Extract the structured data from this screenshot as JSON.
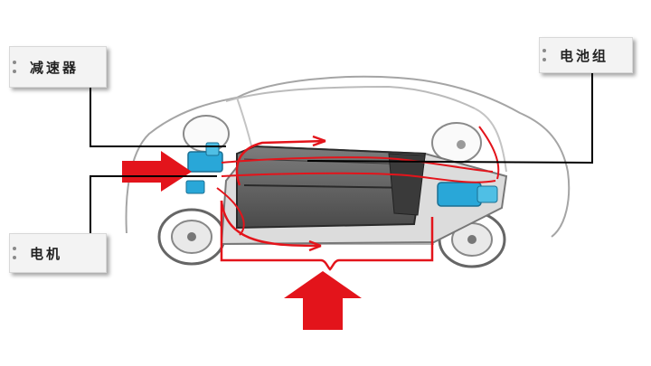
{
  "labels": {
    "reducer": "减速器",
    "battery": "电池组",
    "motor": "电机"
  },
  "icons": {
    "airflow_arrow": "red-arrow-icon",
    "connector_dots": "connector-dots-icon"
  },
  "colors": {
    "airflow": "#e3141b",
    "component_blue": "#29a7d8",
    "leader_line": "#000000",
    "car_outline": "#9a9a9a"
  }
}
